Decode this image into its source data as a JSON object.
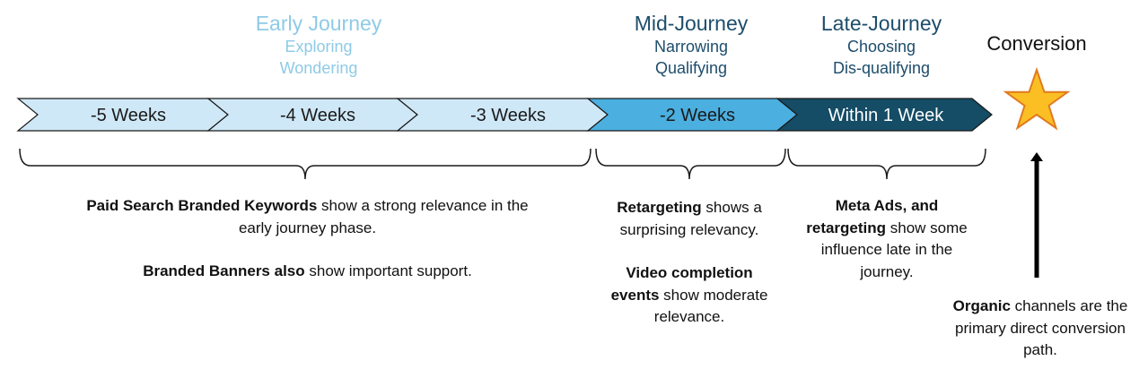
{
  "phases": {
    "early": {
      "title": "Early Journey",
      "sub1": "Exploring",
      "sub2": "Wondering"
    },
    "mid": {
      "title": "Mid-Journey",
      "sub1": "Narrowing",
      "sub2": "Qualifying"
    },
    "late": {
      "title": "Late-Journey",
      "sub1": "Choosing",
      "sub2": "Dis-qualifying"
    },
    "conversion": {
      "title": "Conversion"
    }
  },
  "segments": [
    {
      "label": "-5 Weeks",
      "fill": "#cfe8f7",
      "text_color": "#1a1a1a"
    },
    {
      "label": "-4 Weeks",
      "fill": "#cfe8f7",
      "text_color": "#1a1a1a"
    },
    {
      "label": "-3 Weeks",
      "fill": "#cfe8f7",
      "text_color": "#1a1a1a"
    },
    {
      "label": "-2 Weeks",
      "fill": "#4bafe0",
      "text_color": "#1a1a1a"
    },
    {
      "label": "Within 1 Week",
      "fill": "#154c66",
      "text_color": "#ffffff"
    }
  ],
  "descriptions": {
    "early": {
      "p1_bold": "Paid Search Branded Keywords",
      "p1_rest": " show a strong relevance in the early journey phase.",
      "p2_bold": "Branded Banners also",
      "p2_rest": " show important support."
    },
    "mid": {
      "p1_bold": "Retargeting",
      "p1_rest": " shows a surprising relevancy.",
      "p2_bold": "Video completion events",
      "p2_rest": " show moderate relevance."
    },
    "late": {
      "p1_bold": "Meta Ads, and retargeting",
      "p1_rest": " show some influence late in the journey."
    },
    "conversion": {
      "p1_bold": "Organic",
      "p1_rest": " channels are the primary direct conversion path."
    }
  },
  "icons": {
    "conversion": "star-icon",
    "arrow": "arrow-up-icon"
  },
  "colors": {
    "early_phase": "#8ecae6",
    "mid_late_phase": "#1d4d6b",
    "star_fill": "#fbbf24",
    "star_stroke": "#e07a1f"
  }
}
